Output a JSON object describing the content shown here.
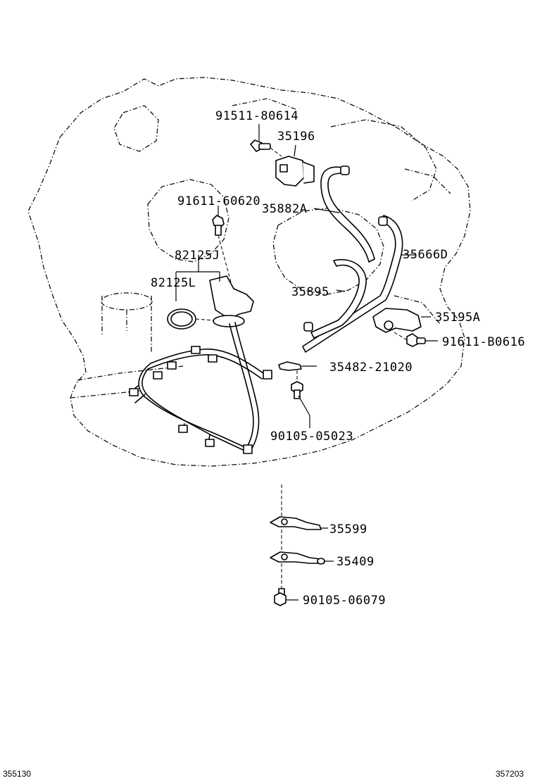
{
  "labels": {
    "bolt_upper": "91511-80614",
    "bracket_upper": "35196",
    "bolt_sensor": "91611-60620",
    "pipe_a": "35882A",
    "pipe_d": "35666D",
    "sensor_j": "82125J",
    "sensor_l": "82125L",
    "pipe_35895": "35895",
    "bracket_a": "35195A",
    "bolt_b0616": "91611-B0616",
    "clamp": "35482-21020",
    "bolt_05023": "90105-05023",
    "plate_35599": "35599",
    "plate_35409": "35409",
    "bolt_06079": "90105-06079"
  },
  "codes": {
    "left": "355130",
    "right": "357203"
  }
}
